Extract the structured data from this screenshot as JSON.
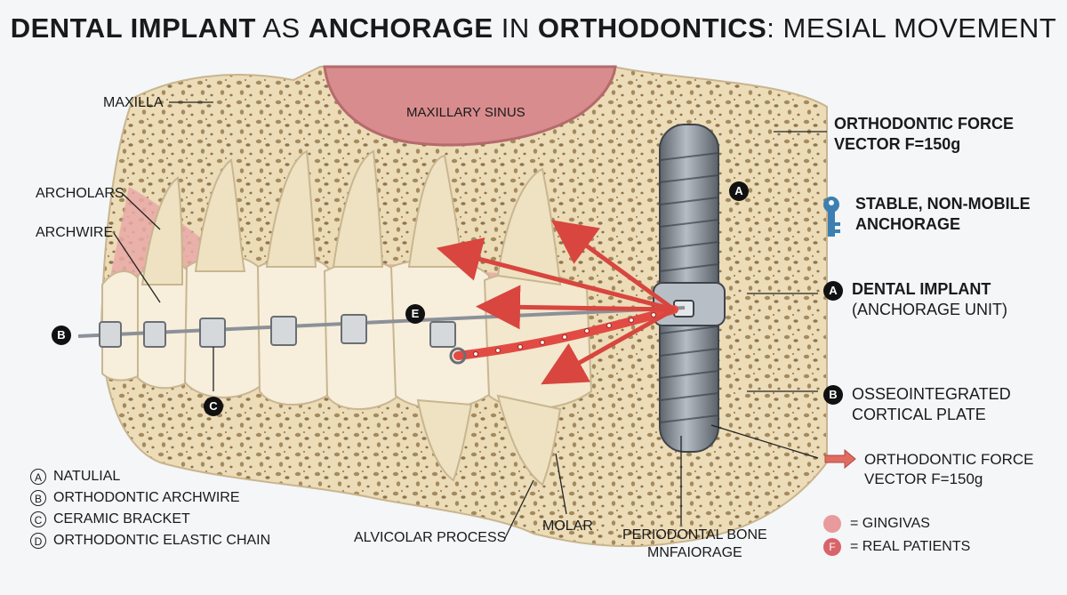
{
  "title": {
    "part1": "DENTAL IMPLANT",
    "part2": "AS",
    "part3": "ANCHORAGE",
    "part4": "IN",
    "part5": "ORTHODONTICS",
    "part6": ": MESIAL MOVEMENT"
  },
  "left_labels": {
    "maxilla": "MAXILLA",
    "archolars": "ARCHOLARS",
    "archwire": "ARCHWIRE",
    "sinus": "MAXILLARY SINUS"
  },
  "bottom_labels": {
    "alveolar": "ALVICOLAR PROCESS",
    "molar": "MOLAR",
    "periodontal_line1": "PERIODONTAL BONE",
    "periodontal_line2": "MNFAIORAGE"
  },
  "badges": {
    "b_left": "B",
    "c": "C",
    "e": "E",
    "a_implant": "A",
    "a_right": "A",
    "b_right": "B",
    "f": "F"
  },
  "right_labels": {
    "force_top_line1": "ORTHODONTIC FORCE",
    "force_top_line2": "VECTOR F=150g",
    "stable_line1": "STABLE, NON-MOBILE",
    "stable_line2": "ANCHORAGE",
    "implant_line1": "DENTAL IMPLANT",
    "implant_line2": "(ANCHORAGE UNIT)",
    "osseo_line1": "OSSEOINTEGRATED",
    "osseo_line2": "CORTICAL PLATE",
    "force_bottom_line1": "ORTHODONTIC FORCE",
    "force_bottom_line2": "VECTOR F=150g"
  },
  "legend": [
    {
      "letter": "A",
      "text": "NATULIAL"
    },
    {
      "letter": "B",
      "text": "ORTHODONTIC ARCHWIRE"
    },
    {
      "letter": "C",
      "text": "CERAMIC BRACKET"
    },
    {
      "letter": "D",
      "text": "ORTHODONTIC ELASTIC CHAIN"
    }
  ],
  "key": [
    {
      "text": "= GINGIVAS",
      "color": "#e99a9a"
    },
    {
      "text": "= REAL PATIENTS",
      "color": "#d9636a"
    }
  ],
  "colors": {
    "bone": "#ecdcb8",
    "gum": "#e9a9a6",
    "tooth": "#f5ecd7",
    "sinus": "#d98c8e",
    "arrow": "#d8463f",
    "implant": "#8a9098",
    "chain": "#e14b44"
  },
  "icons": {
    "key": "key-icon"
  }
}
